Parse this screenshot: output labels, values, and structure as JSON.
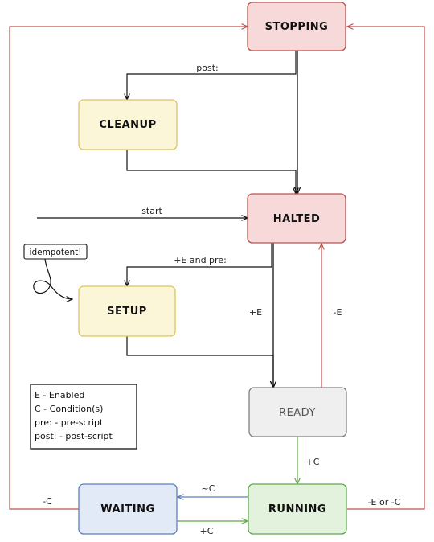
{
  "states": {
    "stopping": "STOPPING",
    "cleanup": "CLEANUP",
    "halted": "HALTED",
    "setup": "SETUP",
    "ready": "READY",
    "waiting": "WAITING",
    "running": "RUNNING"
  },
  "edges": {
    "post": "post:",
    "start": "start",
    "enabled_and_pre": "+E and pre:",
    "plus_e": "+E",
    "minus_e": "-E",
    "plus_c_ready": "+C",
    "minus_c_waiting": "-C",
    "not_c": "~C",
    "plus_c_waiting": "+C",
    "minus_e_or_minus_c": "-E or -C"
  },
  "note": "idempotent!",
  "legend": [
    "E - Enabled",
    "C - Condition(s)",
    "pre: - pre-script",
    "post: - post-script"
  ],
  "colors": {
    "red_stroke": "#c0504d",
    "red_fill": "#f7d9d9",
    "yellow_stroke": "#e0c35a",
    "yellow_fill": "#fcf6d8",
    "gray_stroke": "#7f7f7f",
    "gray_fill": "#efefef",
    "green_stroke": "#5fa84b",
    "green_fill": "#e3f2dc",
    "blue_stroke": "#5b7fc2",
    "blue_fill": "#e2eaf8",
    "black": "#111111"
  }
}
